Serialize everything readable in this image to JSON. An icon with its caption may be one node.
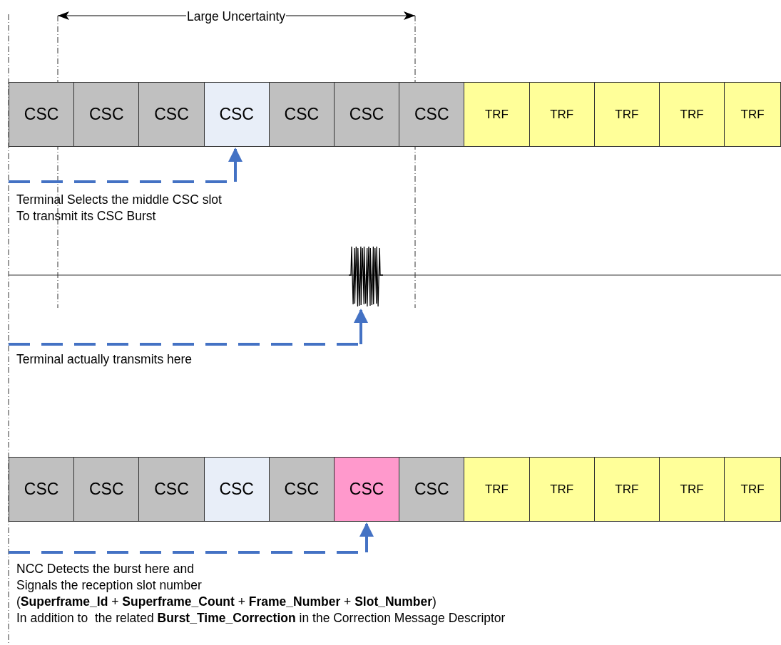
{
  "diagram": {
    "nodes": [
      {
        "text": [
          "CSC"
        ]
      },
      {
        "text": [
          "CSC"
        ]
      },
      {
        "text": [
          "CSC"
        ]
      },
      {
        "text": [
          "CSC"
        ]
      },
      {
        "text": [
          "CSC"
        ]
      },
      {
        "text": [
          "CSC"
        ]
      },
      {
        "text": [
          "CSC"
        ]
      },
      {
        "text": [
          "TRF"
        ]
      },
      {
        "text": [
          "TRF"
        ]
      },
      {
        "text": [
          "TRF"
        ]
      },
      {
        "text": [
          "TRF"
        ]
      },
      {
        "text": [
          "TRF"
        ]
      },
      {
        "text": [
          "Terminal Selects the middle CSC slot",
          "To transmit its CSC Burst"
        ]
      },
      {
        "text": [],
        "shape": "waveform"
      },
      {
        "text": [
          "Terminal actually transmits here"
        ]
      },
      {
        "text": [
          "CSC"
        ]
      },
      {
        "text": [
          "CSC"
        ]
      },
      {
        "text": [
          "CSC"
        ]
      },
      {
        "text": [
          "CSC"
        ]
      },
      {
        "text": [
          "CSC"
        ]
      },
      {
        "text": [
          "CSC"
        ]
      },
      {
        "text": [
          "CSC"
        ]
      },
      {
        "text": [
          "TRF"
        ]
      },
      {
        "text": [
          "TRF"
        ]
      },
      {
        "text": [
          "TRF"
        ]
      },
      {
        "text": [
          "TRF"
        ]
      },
      {
        "text": [
          "TRF"
        ]
      },
      {
        "text": [
          "NCC Detects the burst here and",
          "Signals the reception slot number",
          "(**Superframe_Id** + **Superframe_Count** + **Frame_Number** + **Slot_Number**)",
          "In addition to  the related **Burst_Time_Correction** in the Correction Message Descriptor"
        ]
      }
    ],
    "edges": [
      {
        "from": 12,
        "to": 3,
        "arrow": "to",
        "style": "dashed"
      },
      {
        "from": 14,
        "to": 13,
        "arrow": "to",
        "style": "dashed"
      },
      {
        "from": 27,
        "to": 20,
        "arrow": "to",
        "style": "dashed"
      }
    ],
    "labels": [
      "Large Uncertainty"
    ]
  }
}
